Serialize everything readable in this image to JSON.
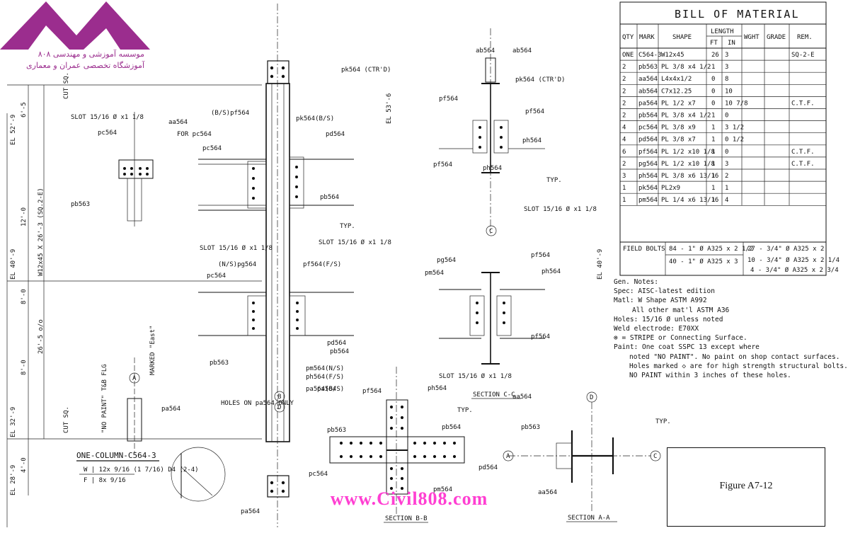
{
  "logo": {
    "line1": "موسسه آموزشی و مهندسی ۸۰۸",
    "line2": "آموزشگاه تخصصی عمران و معماری",
    "color": "#9b2d8e"
  },
  "bom": {
    "title": "BILL OF MATERIAL",
    "headers": {
      "qty": "QTY",
      "mark": "MARK",
      "shape": "SHAPE",
      "length": "LENGTH",
      "ft": "FT",
      "in": "IN",
      "wght": "WGHT",
      "grade": "GRADE",
      "rem": "REM."
    },
    "rows": [
      {
        "qty": "ONE",
        "mark": "C564-3",
        "shape": "W12x45",
        "ft": "26",
        "in": "3",
        "rem": "SQ-2-E"
      },
      {
        "qty": "2",
        "mark": "pb563",
        "shape": "PL 3/8 x4 1/2",
        "ft": "1",
        "in": "3",
        "rem": ""
      },
      {
        "qty": "2",
        "mark": "aa564",
        "shape": "L4x4x1/2",
        "ft": "0",
        "in": "8",
        "rem": ""
      },
      {
        "qty": "2",
        "mark": "ab564",
        "shape": "C7x12.25",
        "ft": "0",
        "in": "10",
        "rem": ""
      },
      {
        "qty": "2",
        "mark": "pa564",
        "shape": "PL 1/2 x7",
        "ft": "0",
        "in": "10 7/8",
        "rem": "C.T.F."
      },
      {
        "qty": "2",
        "mark": "pb564",
        "shape": "PL 3/8 x4 1/2",
        "ft": "1",
        "in": "0",
        "rem": ""
      },
      {
        "qty": "4",
        "mark": "pc564",
        "shape": "PL 3/8 x9",
        "ft": "1",
        "in": "3 1/2",
        "rem": ""
      },
      {
        "qty": "4",
        "mark": "pd564",
        "shape": "PL 3/8 x7",
        "ft": "1",
        "in": "0 1/2",
        "rem": ""
      },
      {
        "qty": "6",
        "mark": "pf564",
        "shape": "PL 1/2 x10 1/8",
        "ft": "1",
        "in": "0",
        "rem": "C.T.F."
      },
      {
        "qty": "2",
        "mark": "pg564",
        "shape": "PL 1/2 x10 1/8",
        "ft": "1",
        "in": "3",
        "rem": "C.T.F."
      },
      {
        "qty": "3",
        "mark": "ph564",
        "shape": "PL 3/8 x6 13/16",
        "ft": "1",
        "in": "2",
        "rem": ""
      },
      {
        "qty": "1",
        "mark": "pk564",
        "shape": "PL2x9",
        "ft": "1",
        "in": "1",
        "rem": ""
      },
      {
        "qty": "1",
        "mark": "pm564",
        "shape": "PL 1/4 x6 13/16",
        "ft": "1",
        "in": "4",
        "rem": ""
      }
    ],
    "field_bolts_label": "FIELD BOLTS",
    "field_bolts": [
      "84 - 1\" Ø A325 x 2 1/2",
      "27 - 3/4\" Ø A325 x 2",
      "40 - 1\" Ø A325 x 3",
      "10 - 3/4\" Ø A325 x 2 1/4",
      "4 - 3/4\" Ø A325 x 2 3/4"
    ]
  },
  "notes": {
    "lines": [
      "Gen. Notes:",
      "Spec: AISC-latest edition",
      "Matl: W Shape ASTM A992",
      "All other mat'l ASTM A36",
      "Holes: 15/16 Ø unless noted",
      "Weld electrode: E70XX",
      "⊗ = STRIPE or Connecting Surface.",
      "Paint: One coat SSPC 13 except where",
      "noted \"NO PAINT\". No paint on shop contact surfaces.",
      "Holes marked ◇ are for high strength structural bolts.",
      "NO PAINT within 3 inches of these holes."
    ]
  },
  "labels": {
    "column_title": "ONE-COLUMN-C564-3",
    "section_aa": "SECTION A-A",
    "section_bb": "SECTION B-B",
    "section_cc": "SECTION C-C",
    "figure": "Figure A7-12",
    "watermark": "www.Civil808.com",
    "el_52_9": "EL 52'-9",
    "el_40_9": "EL 40'-9",
    "el_32_9": "EL 32'-9",
    "el_28_9": "EL 28'-9",
    "el_53_6": "EL 53'-6",
    "el_40_9b": "EL 40'-9",
    "col_shape": "W12x45 X 26'-3 (SQ.2-E)",
    "dim_26_5": "26'-5 o/o",
    "dim_12_0": "12'-0",
    "dim_8_0a": "8'-0",
    "dim_8_0b": "8'-0",
    "dim_6_5": "6'-5",
    "dim_4_0": "4'-0",
    "cut_sq": "CUT SQ.",
    "no_paint": "\"NO PAINT\" T&B FLG",
    "marked_east": "MARKED \"East\"",
    "holes_on": "HOLES ON pa564 ONLY",
    "pk564": "pk564 (CTR'D)",
    "pk564b": "pk564 (CTR'D)",
    "pb564bs": "pk564(B/S)",
    "pg564ns": "(N/S)pg564",
    "pf564fs": "pf564(F/S)",
    "bs_pf564": "(B/S)pf564",
    "for_pc564": "FOR pc564",
    "slot_text": "SLOT 15/16 Ø x1 1/8",
    "typ": "TYP.",
    "marks": [
      "aa564",
      "pc564",
      "pb563",
      "pc564",
      "pd564",
      "pb564",
      "pc564",
      "pb563",
      "pa564",
      "pf564",
      "pg564",
      "pm564",
      "ph564",
      "ph564",
      "pf564",
      "pf564",
      "pd564",
      "pb564",
      "ab564",
      "ab564",
      "pm564(N/S)",
      "ph564(F/S)",
      "pa564(B/S)",
      "pa564",
      "pa564",
      "pb563",
      "pb564",
      "pc564",
      "pd564",
      "pm564",
      "aa564",
      "pb563",
      "aa564",
      "pf564",
      "ph564",
      "pf564",
      "ph564",
      "pf564"
    ]
  },
  "colors": {
    "ink": "#111111",
    "watermark": "#ff3fd2"
  }
}
